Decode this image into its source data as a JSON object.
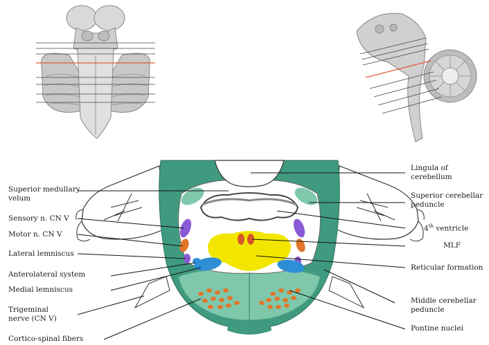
{
  "labels": {
    "lingula": [
      "Lingula of",
      "cerebellum"
    ],
    "superior_medullary_velum": [
      "Superior medullary",
      "velum"
    ],
    "superior_cerebellar_peduncle": [
      "Superior cerebellar",
      "peduncle"
    ],
    "sensory_n_cn_v": "Sensory n. CN V",
    "fourth_ventricle_prefix": "4",
    "fourth_ventricle_sup": "th",
    "fourth_ventricle_suffix": " ventricle",
    "motor_n_cn_v": "Motor n. CN V",
    "mlf": "MLF",
    "lateral_lemniscus": "Lateral lemniscus",
    "reticular_formation": "Reticular formation",
    "anterolateral_system": "Anterolateral system",
    "medial_lemniscus": "Medial lemniscus",
    "middle_cerebellar_peduncle": [
      "Middle cerebellar",
      "peduncle"
    ],
    "trigeminal_nerve": [
      "Trigeminal",
      "nerve (CN V)"
    ],
    "pontine_nuclei": "Pontine nuclei",
    "corticospinal_fibers": "Cortico-spinal fibers"
  },
  "colors": {
    "green_dark": "#3f9a7f",
    "green_light": "#7fc8ac",
    "yellow": "#f2e600",
    "orange": "#e0772a",
    "red_orange": "#d9562b",
    "purple": "#8a5ad6",
    "blue": "#2f8fd6",
    "outline": "#333333",
    "section_line_red": "#e05a3a"
  }
}
